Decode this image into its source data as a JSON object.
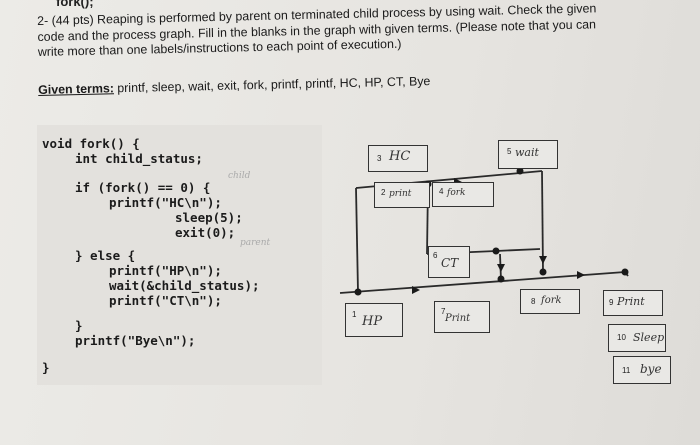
{
  "header": {
    "prev_code": "fork();"
  },
  "question": {
    "text": "2- (44 pts) Reaping is performed by parent on terminated child process by using wait. Check the given code and the process graph. Fill in the blanks in the graph with given terms. (Please note that you can write more than one labels/instructions to each point of execution.)",
    "terms_label": "Given terms:",
    "terms": " printf, sleep, wait, exit, fork, printf, printf, HC, HP, CT, Bye"
  },
  "code": {
    "l1": "void fork() {",
    "l2": "int child_status;",
    "l3": "if (fork() == 0) {",
    "l4": "printf(\"HC\\n\");",
    "l5": "sleep(5);",
    "l6": "exit(0);",
    "l7": "} else {",
    "l8": "printf(\"HP\\n\");",
    "l9": "wait(&child_status);",
    "l10": "printf(\"CT\\n\");",
    "l11": "}",
    "l12": "printf(\"Bye\\n\");",
    "l13": "}"
  },
  "annotations": {
    "child": "child",
    "parent": "parent"
  },
  "blanks": [
    {
      "num": "3",
      "answer": "HC"
    },
    {
      "num": "2",
      "answer": "print"
    },
    {
      "num": "4",
      "answer": "fork"
    },
    {
      "num": "5",
      "answer": "wait"
    },
    {
      "num": "6",
      "answer": "CT"
    },
    {
      "num": "1",
      "answer": "HP"
    },
    {
      "num": "7",
      "answer": "Print"
    },
    {
      "num": "8",
      "answer": "fork"
    },
    {
      "num": "9",
      "answer": "Print"
    },
    {
      "num": "10",
      "answer": "Sleep"
    },
    {
      "num": "11",
      "answer": "bye"
    }
  ]
}
